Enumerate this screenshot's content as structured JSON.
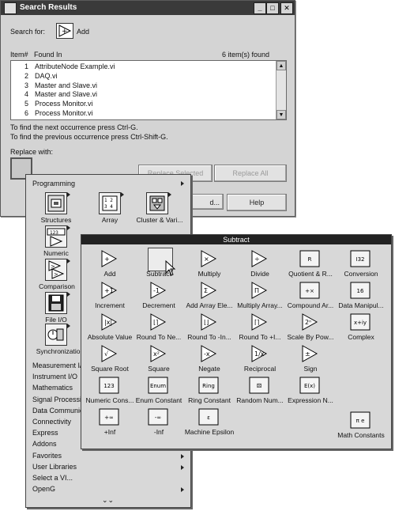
{
  "window": {
    "title": "Search Results",
    "search_for_label": "Search for:",
    "search_term": "Add",
    "col_item": "Item#",
    "col_found_in": "Found In",
    "found_count": "6 item(s) found",
    "results": [
      {
        "num": "1",
        "name": "AttributeNode Example.vi"
      },
      {
        "num": "2",
        "name": "DAQ.vi"
      },
      {
        "num": "3",
        "name": "Master and Slave.vi"
      },
      {
        "num": "4",
        "name": "Master and Slave.vi"
      },
      {
        "num": "5",
        "name": "Process Monitor.vi"
      },
      {
        "num": "6",
        "name": "Process Monitor.vi"
      }
    ],
    "hint_next": "To find the next occurrence press Ctrl-G.",
    "hint_prev": "To find the previous occurrence press Ctrl-Shift-G.",
    "replace_label": "Replace with:",
    "replace_selected": "Replace Selected",
    "replace_all": "Replace All",
    "partial_button": "d...",
    "help": "Help"
  },
  "functions_palette": {
    "header": "Programming",
    "categories": [
      {
        "label": "Structures"
      },
      {
        "label": "Array"
      },
      {
        "label": "Cluster & Vari..."
      },
      {
        "label": "Numeric"
      },
      {
        "label": "Comparison"
      },
      {
        "label": "File I/O"
      },
      {
        "label": "Synchronization"
      }
    ],
    "menu_items": [
      {
        "label": "Measurement I/O",
        "sub": true
      },
      {
        "label": "Instrument I/O",
        "sub": true
      },
      {
        "label": "Mathematics",
        "sub": true
      },
      {
        "label": "Signal Processing",
        "sub": true
      },
      {
        "label": "Data Communica...",
        "sub": true
      },
      {
        "label": "Connectivity",
        "sub": true
      },
      {
        "label": "Express",
        "sub": true
      },
      {
        "label": "Addons",
        "sub": true
      },
      {
        "label": "Favorites",
        "sub": true
      },
      {
        "label": "User Libraries",
        "sub": true
      },
      {
        "label": "Select a VI...",
        "sub": false
      },
      {
        "label": "OpenG",
        "sub": true
      }
    ],
    "more_glyph": "⌄⌄"
  },
  "numeric_palette": {
    "title": "Subtract",
    "items": [
      {
        "label": "Add",
        "glyph": "+"
      },
      {
        "label": "Subtract",
        "glyph": "−"
      },
      {
        "label": "Multiply",
        "glyph": "×"
      },
      {
        "label": "Divide",
        "glyph": "÷"
      },
      {
        "label": "Quotient & R...",
        "glyph": "R"
      },
      {
        "label": "Conversion",
        "glyph": "I32"
      },
      {
        "label": "Increment",
        "glyph": "+1"
      },
      {
        "label": "Decrement",
        "glyph": "-1"
      },
      {
        "label": "Add Array Ele...",
        "glyph": "Σ"
      },
      {
        "label": "Multiply Array...",
        "glyph": "Π"
      },
      {
        "label": "Compound Ar...",
        "glyph": "+×"
      },
      {
        "label": "Data Manipul...",
        "glyph": "16"
      },
      {
        "label": "Absolute Value",
        "glyph": "|x|"
      },
      {
        "label": "Round To Ne...",
        "glyph": "⌊⌉"
      },
      {
        "label": "Round To -In...",
        "glyph": "⌊⌋"
      },
      {
        "label": "Round To +I...",
        "glyph": "⌈⌉"
      },
      {
        "label": "Scale By Pow...",
        "glyph": "2ⁿ"
      },
      {
        "label": "Complex",
        "glyph": "x+iy"
      },
      {
        "label": "Square Root",
        "glyph": "√"
      },
      {
        "label": "Square",
        "glyph": "x²"
      },
      {
        "label": "Negate",
        "glyph": "-x"
      },
      {
        "label": "Reciprocal",
        "glyph": "1/x"
      },
      {
        "label": "Sign",
        "glyph": "±"
      },
      {
        "label": "",
        "glyph": ""
      },
      {
        "label": "Numeric Cons...",
        "glyph": "123"
      },
      {
        "label": "Enum Constant",
        "glyph": "Enum"
      },
      {
        "label": "Ring Constant",
        "glyph": "Ring"
      },
      {
        "label": "Random Num...",
        "glyph": "⚄"
      },
      {
        "label": "Expression N...",
        "glyph": "E(x)"
      },
      {
        "label": "",
        "glyph": ""
      },
      {
        "label": "+Inf",
        "glyph": "+∞"
      },
      {
        "label": "-Inf",
        "glyph": "-∞"
      },
      {
        "label": "Machine Epsilon",
        "glyph": "ε"
      },
      {
        "label": "",
        "glyph": ""
      },
      {
        "label": "",
        "glyph": ""
      },
      {
        "label": "Math Constants",
        "glyph": "π e"
      }
    ]
  }
}
